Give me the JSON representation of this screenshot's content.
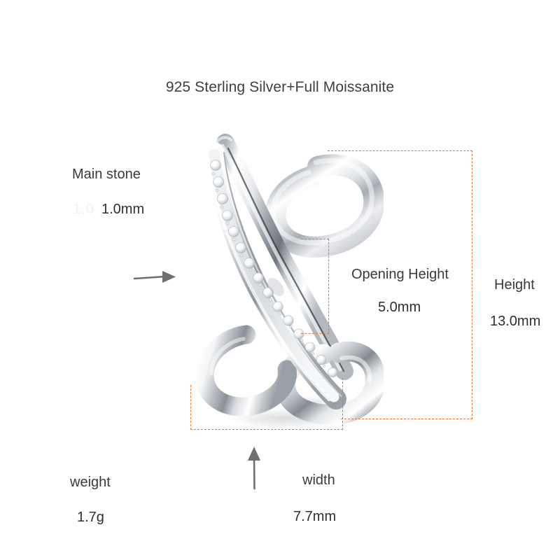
{
  "title": "925 Sterling Silver+Full Moissanite",
  "background_color": "#ffffff",
  "accent_color": "#e8762c",
  "text_color": "#3a3a3a",
  "specs": {
    "main_stone": {
      "label": "Main stone",
      "value": "1.0mm"
    },
    "opening_height": {
      "label": "Opening Height",
      "value": "5.0mm"
    },
    "height": {
      "label": "Height",
      "value": "13.0mm"
    },
    "weight": {
      "label": "weight",
      "value": "1.7g"
    },
    "width": {
      "label": "width",
      "value": "7.7mm"
    }
  },
  "ghost_text": "1.0",
  "icons": {
    "pointer_right": "arrow-right-icon",
    "pointer_up": "arrow-up-icon"
  },
  "product": {
    "name": "x-crossover-ear-cuff",
    "metal_color": "#c9ccd1",
    "stone_color": "#ffffff"
  }
}
